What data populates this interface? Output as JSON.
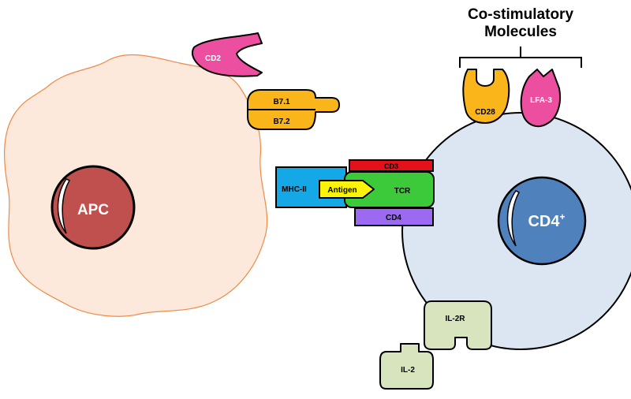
{
  "header": {
    "line1": "Co-stimulatory",
    "line2": "Molecules"
  },
  "apc": {
    "label": "APC"
  },
  "t_cell": {
    "label": "CD4",
    "superscript": "+"
  },
  "molecules": {
    "cd2": "CD2",
    "b71": "B7.1",
    "b72": "B7.2",
    "cd28": "CD28",
    "lfa3": "LFA-3",
    "cd3": "CD3",
    "mhc": "MHC-II",
    "antigen": "Antigen",
    "tcr": "TCR",
    "cd4": "CD4",
    "il2r": "IL-2R",
    "il2": "IL-2"
  },
  "colors": {
    "apc_fill": "#fde8dc",
    "apc_outline": "#f08a45",
    "apc_nucleus": "#c0504d",
    "tcell_fill": "#dce6f2",
    "tcell_nucleus": "#4f81bd",
    "pink": "#ec4fa0",
    "orange": "#f9b51a",
    "red": "#e3121a",
    "blue": "#14a9e6",
    "green": "#3cc93a",
    "yellow": "#fbf40a",
    "purple": "#9b69f2",
    "pale_green": "#d7e4bd"
  }
}
